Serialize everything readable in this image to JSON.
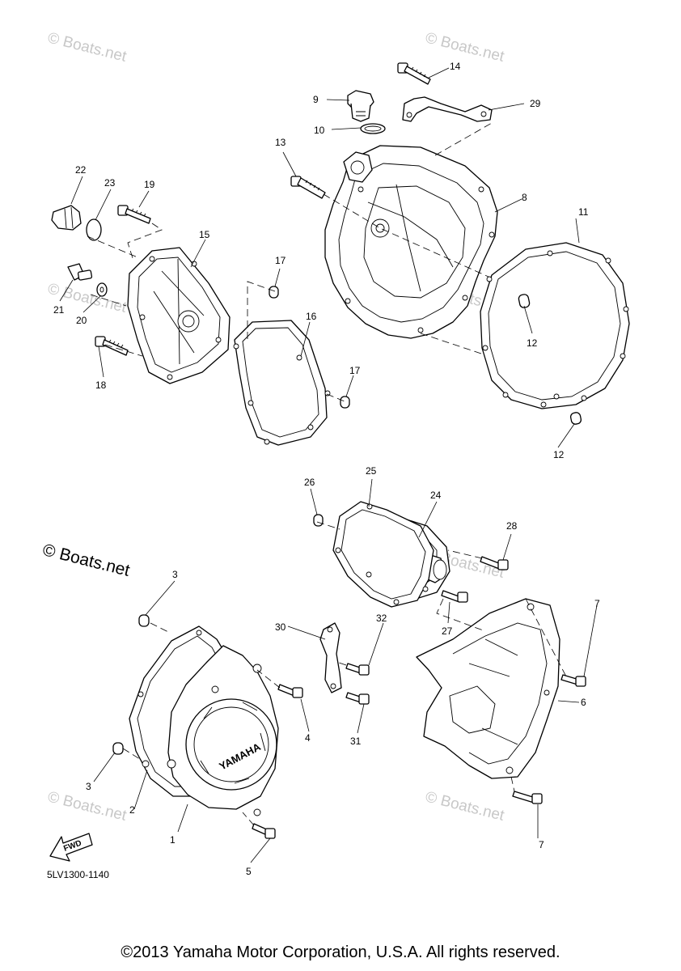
{
  "diagram_code": "5LV1300-1140",
  "copyright": "©2013 Yamaha Motor Corporation, U.S.A. All rights reserved.",
  "watermark": "© Boats.net",
  "badge": "© Boats.net",
  "cover_logo": "YAMAHA",
  "fwd_label": "FWD",
  "callouts": {
    "p1": "1",
    "p2": "2",
    "p3a": "3",
    "p3b": "3",
    "p4": "4",
    "p5": "5",
    "p6": "6",
    "p7a": "7",
    "p7b": "7",
    "p8": "8",
    "p9": "9",
    "p10": "10",
    "p11": "11",
    "p12a": "12",
    "p12b": "12",
    "p13": "13",
    "p14": "14",
    "p15": "15",
    "p16": "16",
    "p17a": "17",
    "p17b": "17",
    "p18": "18",
    "p19": "19",
    "p20": "20",
    "p21": "21",
    "p22": "22",
    "p23": "23",
    "p24": "24",
    "p25": "25",
    "p26": "26",
    "p27": "27",
    "p28": "28",
    "p29": "29",
    "p30": "30",
    "p31": "31",
    "p32": "32"
  }
}
